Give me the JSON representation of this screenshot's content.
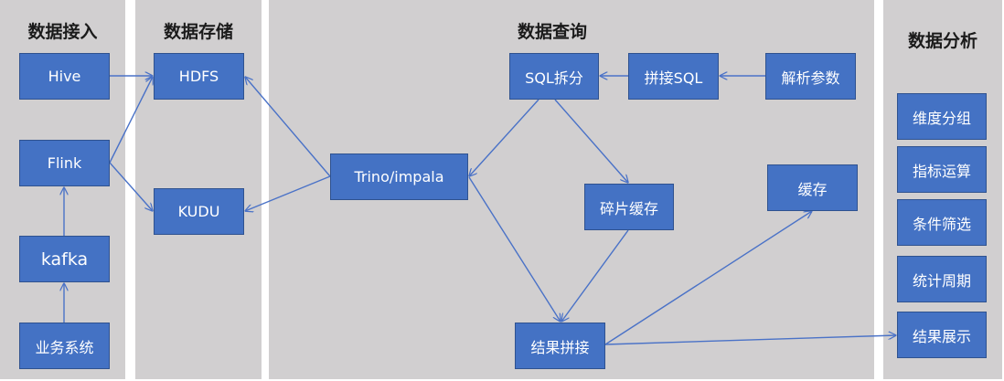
{
  "colors": {
    "panel_bg": "#d1cfd0",
    "node_fill": "#4472c4",
    "node_border": "#2f528f",
    "edge": "#4a72c7",
    "node_text": "#ffffff",
    "title_text": "#1a1a1a"
  },
  "panels": {
    "ingest": {
      "title": "数据接入"
    },
    "storage": {
      "title": "数据存储"
    },
    "query": {
      "title": "数据查询"
    },
    "analysis": {
      "title": "数据分析"
    }
  },
  "nodes": {
    "hive": "Hive",
    "flink": "Flink",
    "kafka": "kafka",
    "biz": "业务系统",
    "hdfs": "HDFS",
    "kudu": "KUDU",
    "trino": "Trino/impala",
    "sql_split": "SQL拆分",
    "sql_join": "拼接SQL",
    "parse": "解析参数",
    "frag_cache": "碎片缓存",
    "cache": "缓存",
    "result_join": "结果拼接",
    "dim_group": "维度分组",
    "metric": "指标运算",
    "filter": "条件筛选",
    "period": "统计周期",
    "result_show": "结果展示"
  },
  "edges": [
    {
      "from": "hive",
      "to": "hdfs"
    },
    {
      "from": "flink",
      "to": "hdfs"
    },
    {
      "from": "flink",
      "to": "kudu"
    },
    {
      "from": "kafka",
      "to": "flink"
    },
    {
      "from": "biz",
      "to": "kafka"
    },
    {
      "from": "trino",
      "to": "hdfs"
    },
    {
      "from": "trino",
      "to": "kudu"
    },
    {
      "from": "parse",
      "to": "sql_join"
    },
    {
      "from": "sql_join",
      "to": "sql_split"
    },
    {
      "from": "sql_split",
      "to": "trino"
    },
    {
      "from": "sql_split",
      "to": "frag_cache"
    },
    {
      "from": "trino",
      "to": "result_join"
    },
    {
      "from": "frag_cache",
      "to": "result_join"
    },
    {
      "from": "result_join",
      "to": "cache"
    },
    {
      "from": "result_join",
      "to": "result_show"
    }
  ]
}
